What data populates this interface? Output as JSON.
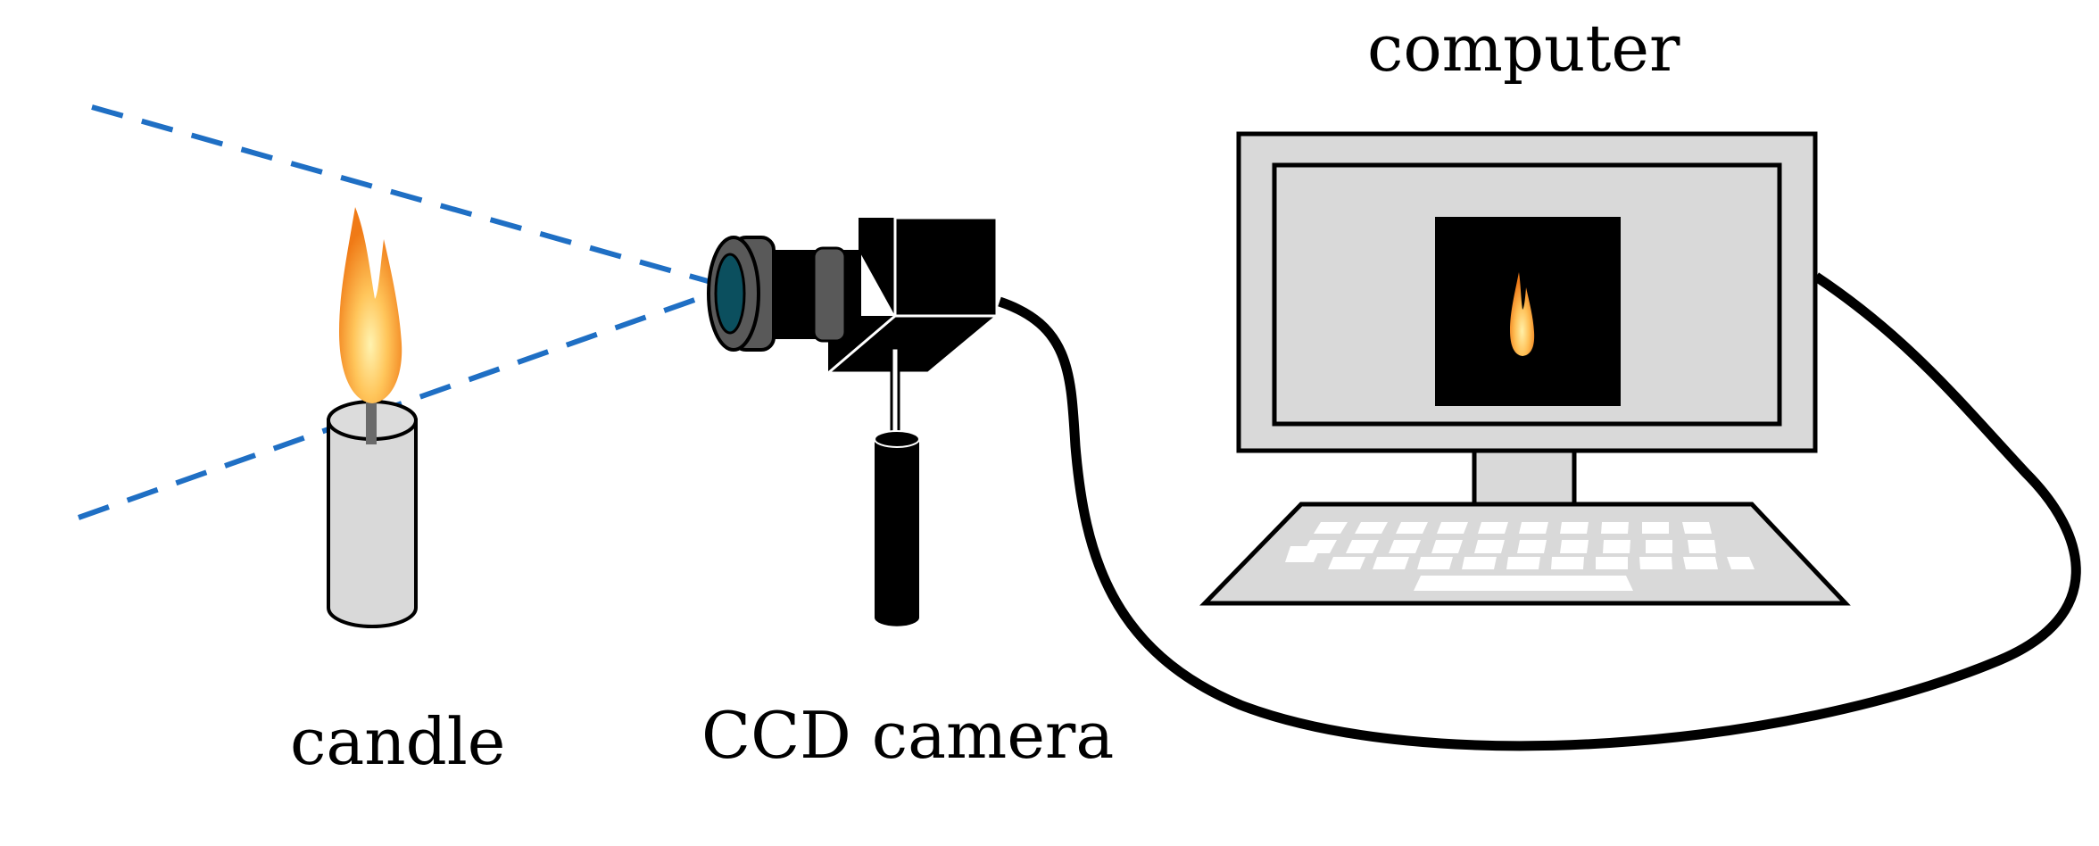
{
  "labels": {
    "candle": "candle",
    "camera": "CCD camera",
    "computer": "computer"
  },
  "colors": {
    "sight_line": "#1f6fc4",
    "outline": "#000000",
    "candle_body": "#d9d9d9",
    "monitor_body": "#d9d9d9",
    "lens_glass": "#0b4f5e",
    "lens_ring": "#595959",
    "flame_outer": "#f28a1e",
    "flame_inner": "#ffd36b",
    "screen_bg": "#000000",
    "key": "#ffffff"
  },
  "icons": {
    "candle": "candle-icon",
    "flame": "flame-icon",
    "camera": "ccd-camera-icon",
    "computer": "computer-icon"
  }
}
